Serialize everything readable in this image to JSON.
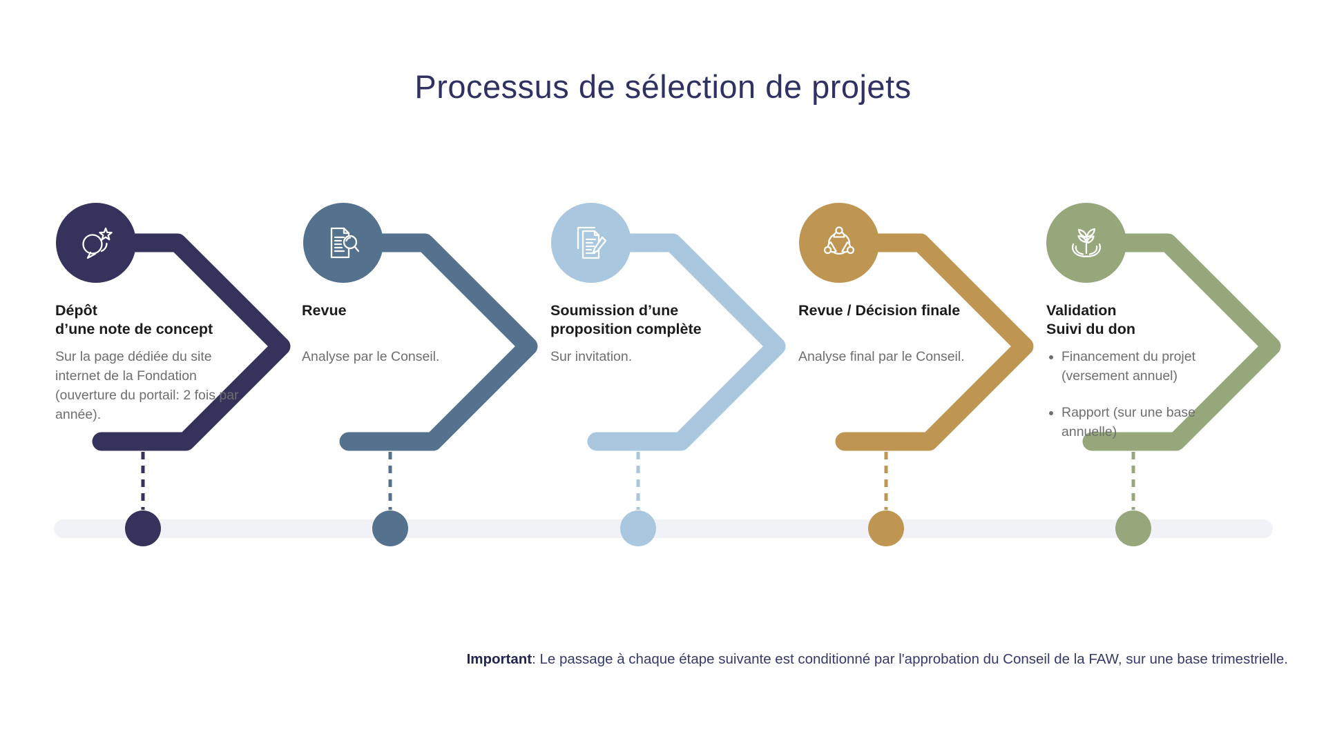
{
  "title": "Processus de sélection de projets",
  "timeline_color": "#F1F2F7",
  "steps": [
    {
      "label": "depot-note-concept",
      "icon": "chat-star-icon",
      "color": "#35325B",
      "title_line1": "Dépôt",
      "title_line2": "d’une note de concept",
      "description": "Sur la page dédiée du site internet de la Fondation (ouverture du portail: 2 fois par année)."
    },
    {
      "label": "revue",
      "icon": "document-search-icon",
      "color": "#54718D",
      "title_line1": "Revue",
      "title_line2": "",
      "description": "Analyse par le Conseil."
    },
    {
      "label": "soumission-proposition",
      "icon": "proposal-pencil-icon",
      "color": "#A9C7DE",
      "title_line1": "Soumission d’une",
      "title_line2": "proposition complète",
      "description": "Sur invitation."
    },
    {
      "label": "revue-decision-finale",
      "icon": "council-discussion-icon",
      "color": "#BE9551",
      "title_line1": "Revue / Décision finale",
      "title_line2": "",
      "description": "Analyse final par le Conseil."
    },
    {
      "label": "validation-suivi-don",
      "icon": "hands-plant-icon",
      "color": "#96A77B",
      "title_line1": "Validation",
      "title_line2": "Suivi du don",
      "bullets": [
        "Financement du projet (versement annuel)",
        "Rapport (sur une base annuelle)"
      ]
    }
  ],
  "footnote": {
    "label": "Important",
    "text": ": Le passage à chaque étape suivante est conditionné par l'approbation du Conseil de la FAW, sur une base trimestrielle."
  }
}
